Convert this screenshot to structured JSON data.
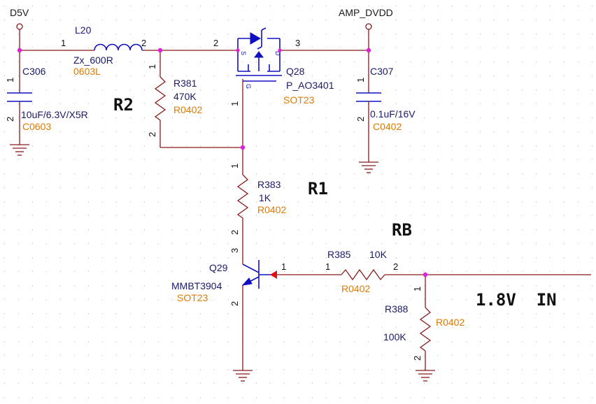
{
  "nets": {
    "d5v": "D5V",
    "amp_dvdd": "AMP_DVDD"
  },
  "l20": {
    "ref": "L20",
    "value": "Zx_600R",
    "pkg": "0603L",
    "pin1": "1",
    "pin2": "2"
  },
  "c306": {
    "ref": "C306",
    "value": "10uF/6.3V/X5R",
    "pkg": "C0603",
    "pin1": "1",
    "pin2": "2"
  },
  "c307": {
    "ref": "C307",
    "value": "0.1uF/16V",
    "pkg": "C0402",
    "pin1": "1",
    "pin2": "2"
  },
  "r381": {
    "ref": "R381",
    "value": "470K",
    "pkg": "R0402",
    "pin1": "1",
    "pin2": "2"
  },
  "q28": {
    "ref": "Q28",
    "value": "P_AO3401",
    "pkg": "SOT23",
    "pin_s": "2",
    "pin_d": "3",
    "pin_g": "1",
    "s": "S",
    "d": "D",
    "g": "G"
  },
  "r383": {
    "ref": "R383",
    "value": "1K",
    "pkg": "R0402",
    "pin1": "1",
    "pin2": "2"
  },
  "q29": {
    "ref": "Q29",
    "value": "MMBT3904",
    "pkg": "SOT23",
    "pin_c": "3",
    "pin_b": "1",
    "pin_e": "2"
  },
  "r385": {
    "ref": "R385",
    "value": "10K",
    "pkg": "R0402",
    "pin1": "1",
    "pin2": "2"
  },
  "r388": {
    "ref": "R388",
    "value": "100K",
    "pkg": "R0402",
    "pin1": "1",
    "pin2": "2"
  },
  "annotations": {
    "r2": "R2",
    "r1": "R1",
    "rb": "RB",
    "input": "1.8V  IN"
  }
}
